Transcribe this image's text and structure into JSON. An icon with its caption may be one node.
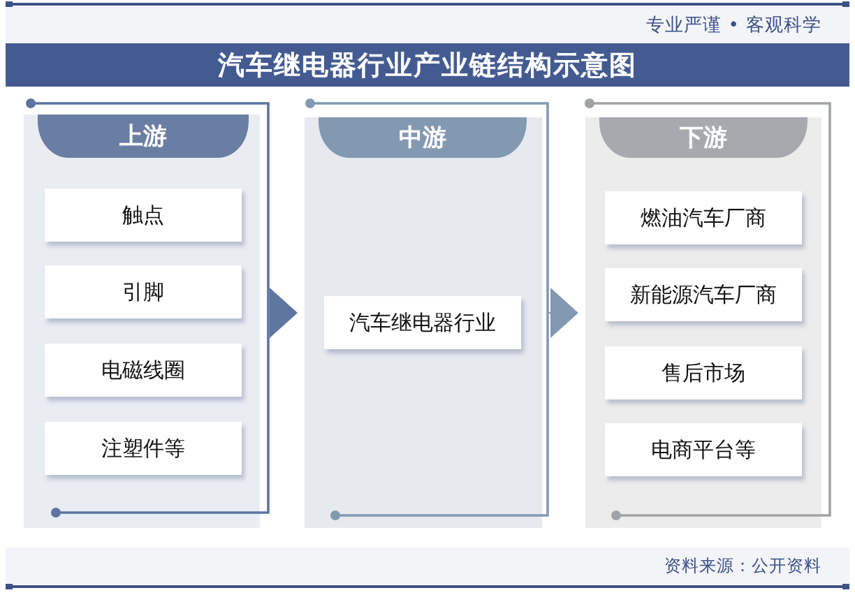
{
  "diagram": {
    "title": "汽车继电器行业产业链结构示意图",
    "nodes": [
      {
        "text": [
          "上游"
        ]
      },
      {
        "text": [
          "触点"
        ],
        "in": 0
      },
      {
        "text": [
          "引脚"
        ],
        "in": 0
      },
      {
        "text": [
          "电磁线圈"
        ],
        "in": 0
      },
      {
        "text": [
          "注塑件等"
        ],
        "in": 0
      },
      {
        "text": [
          "中游"
        ]
      },
      {
        "text": [
          "汽车继电器行业"
        ],
        "in": 5
      },
      {
        "text": [
          "下游"
        ]
      },
      {
        "text": [
          "燃油汽车厂商"
        ],
        "in": 7
      },
      {
        "text": [
          "新能源汽车厂商"
        ],
        "in": 7
      },
      {
        "text": [
          "售后市场"
        ],
        "in": 7
      },
      {
        "text": [
          "电商平台等"
        ],
        "in": 7
      }
    ],
    "edges": [
      {
        "from": 0,
        "to": 5,
        "arrow": "to",
        "color": "#5f76a0"
      },
      {
        "from": 5,
        "to": 7,
        "arrow": "to",
        "color": "#8399b2"
      }
    ],
    "labels": [
      "专业严谨 • 客观科学",
      "资料来源：公开资料"
    ]
  }
}
